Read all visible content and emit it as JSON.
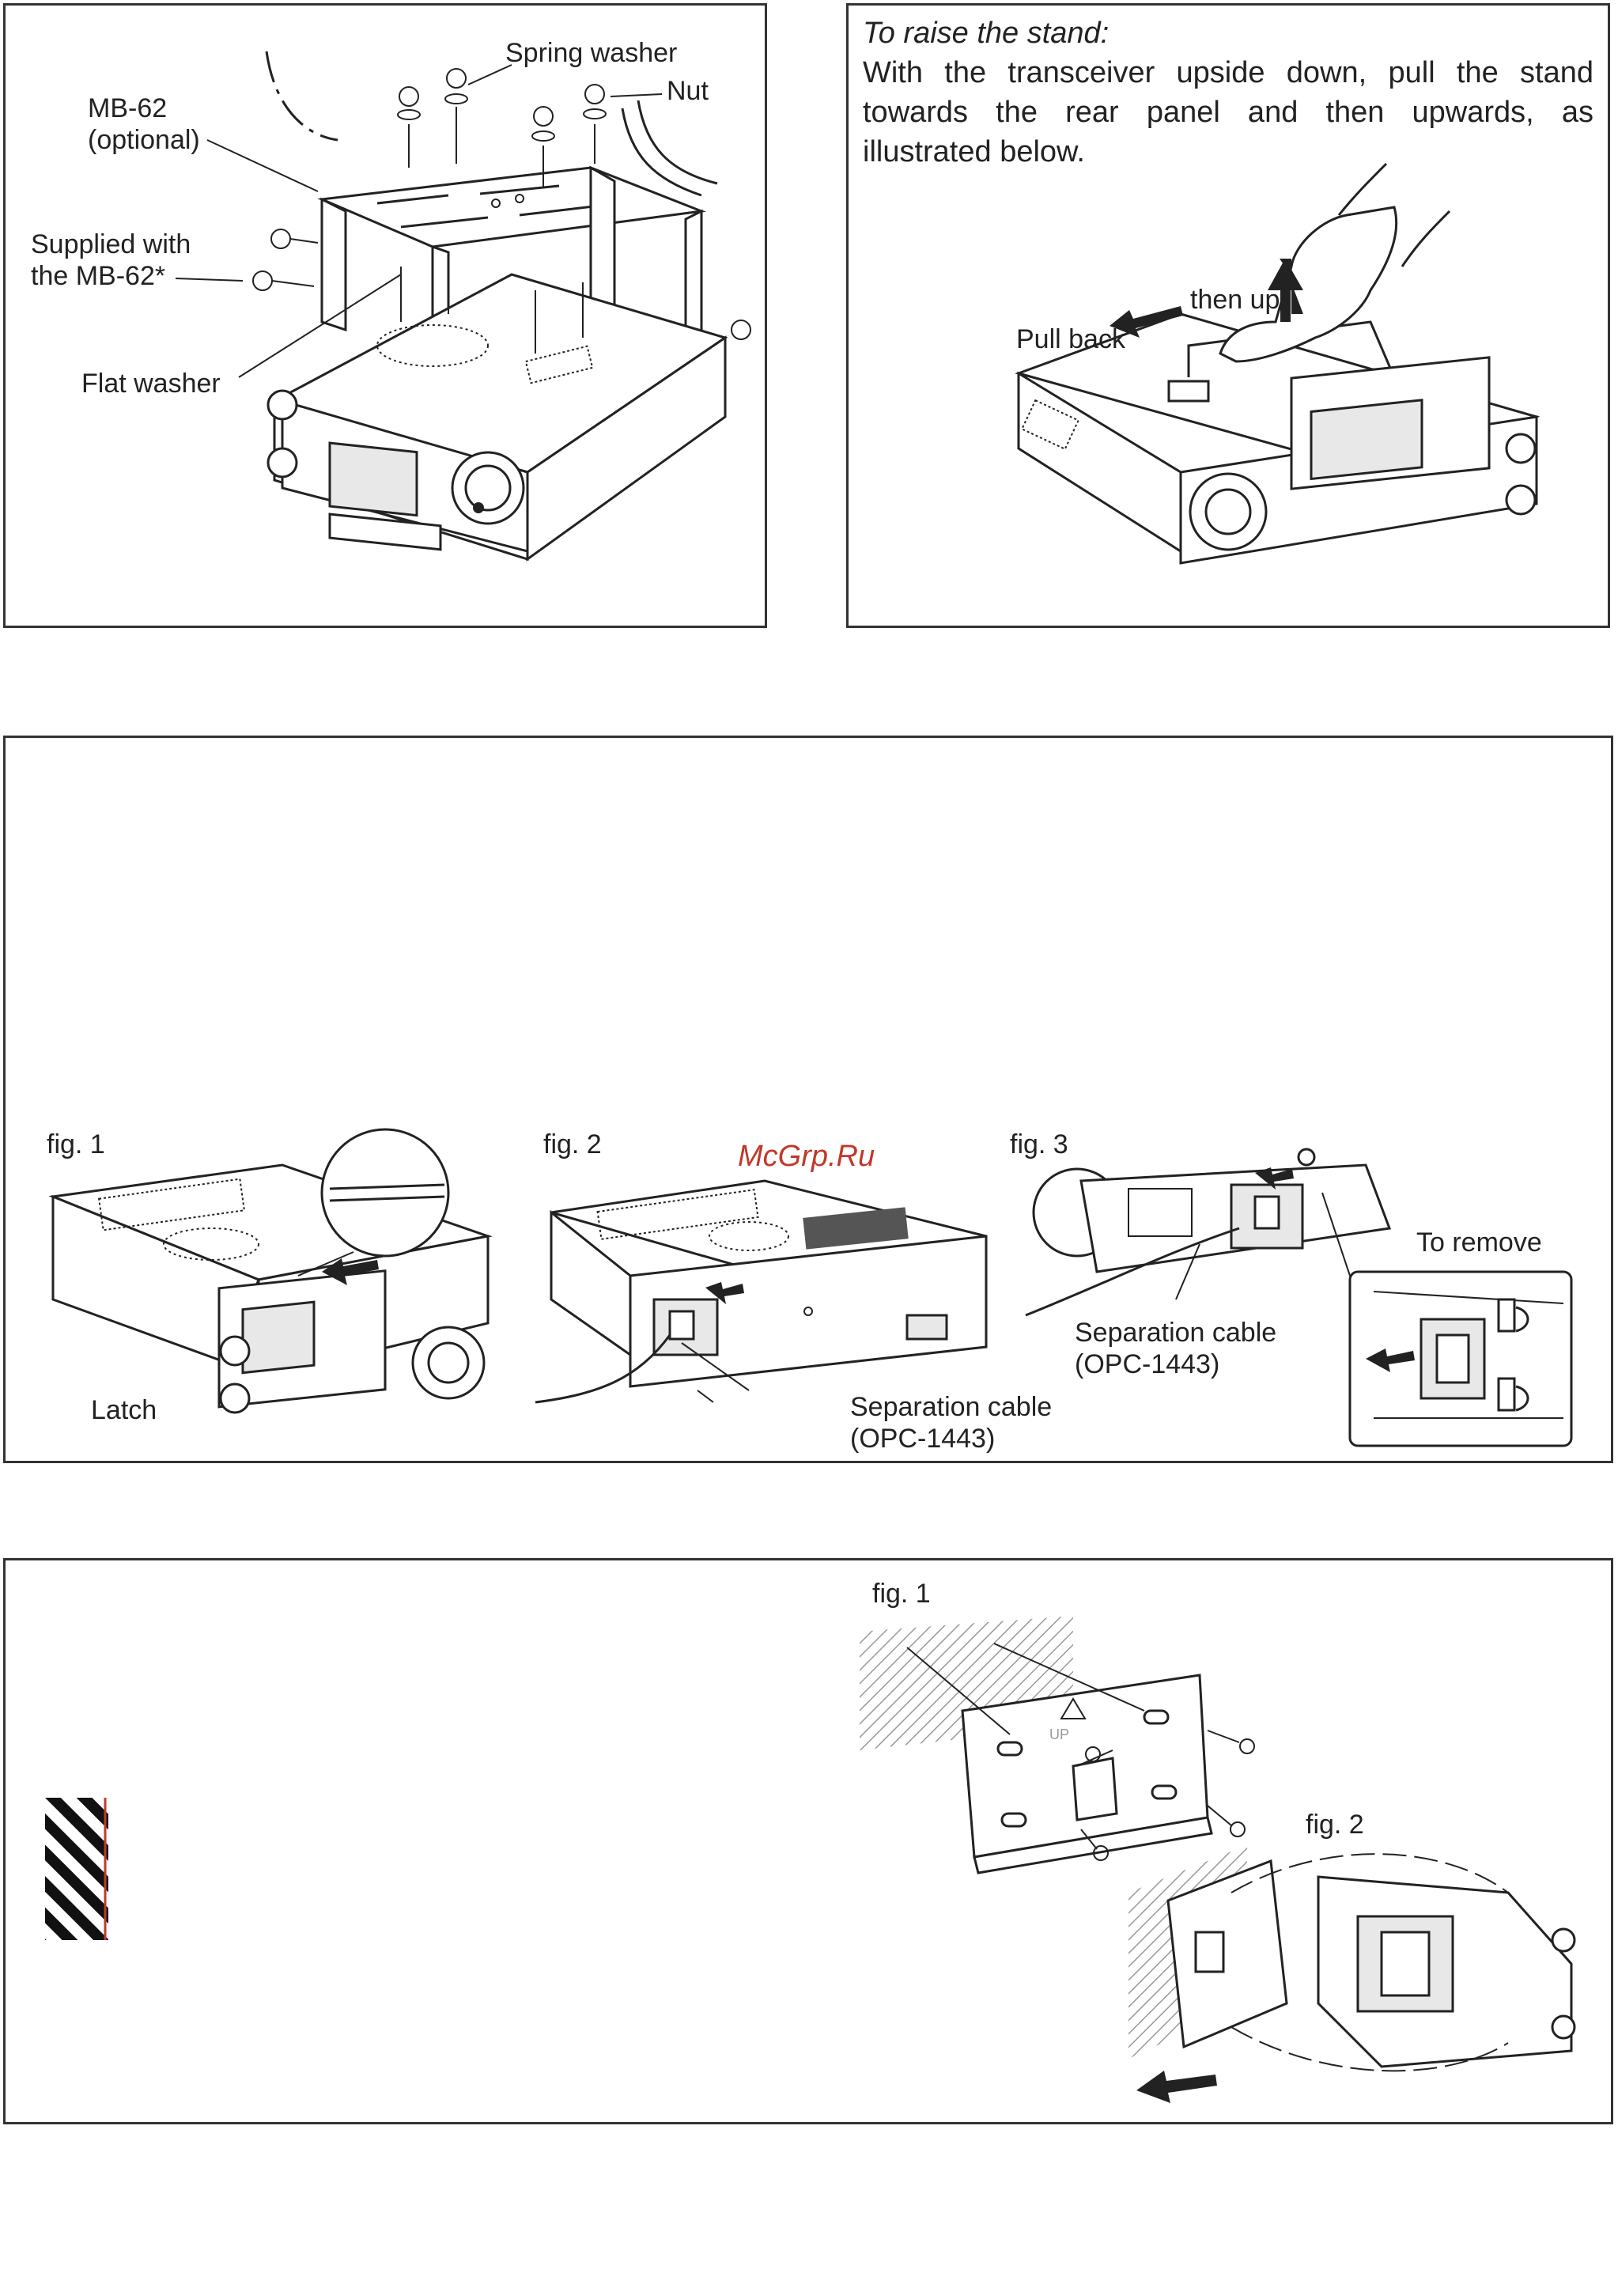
{
  "panel_top_left": {
    "labels": {
      "spring_washer": "Spring washer",
      "nut": "Nut",
      "mb62_line1": "MB-62",
      "mb62_line2": "(optional)",
      "supplied_line1": "Supplied with",
      "supplied_line2": "the MB-62*",
      "flat_washer": "Flat washer"
    }
  },
  "panel_top_right": {
    "title": "To raise the stand:",
    "body": "With the transceiver upside down, pull the stand towards the rear panel and then upwards, as illustrated below.",
    "labels": {
      "pull_back": "Pull back",
      "then_up": "then up"
    }
  },
  "panel_middle": {
    "watermark": "McGrp.Ru",
    "fig1": {
      "label": "fig. 1",
      "latch": "Latch"
    },
    "fig2": {
      "label": "fig. 2",
      "cable_line1": "Separation cable",
      "cable_line2": "(OPC-1443)"
    },
    "fig3": {
      "label": "fig. 3",
      "to_remove": "To remove",
      "cable_line1": "Separation cable",
      "cable_line2": "(OPC-1443)"
    }
  },
  "panel_bottom": {
    "fig1": {
      "label": "fig. 1",
      "up_mark": "UP"
    },
    "fig2": {
      "label": "fig. 2"
    }
  }
}
